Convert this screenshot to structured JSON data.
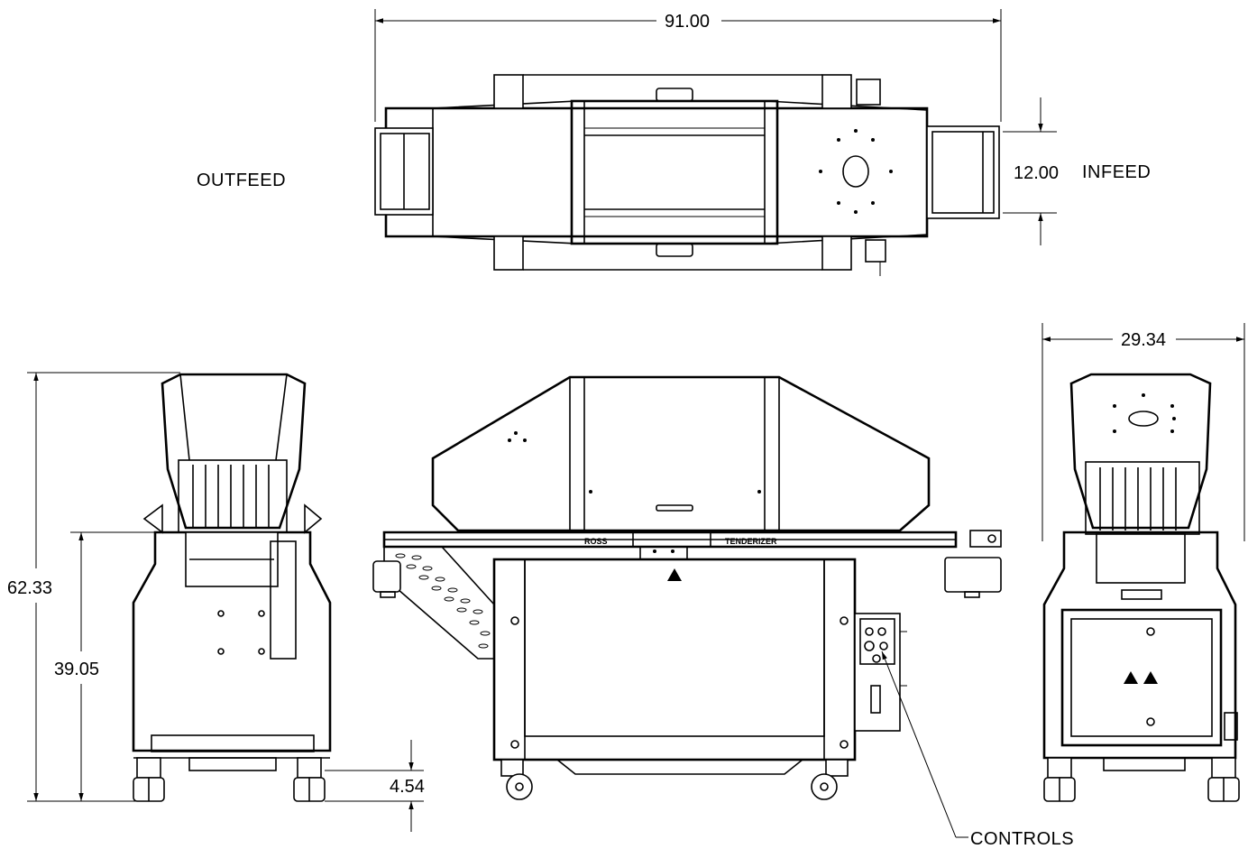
{
  "labels": {
    "outfeed": "OUTFEED",
    "infeed": "INFEED",
    "controls": "CONTROLS",
    "brand_left": "ROSS",
    "brand_right": "TENDERIZER"
  },
  "dimensions": {
    "overall_length": "91.00",
    "belt_width": "12.00",
    "overall_width": "29.34",
    "overall_height": "62.33",
    "infeed_height": "39.05",
    "ground_clearance": "4.54"
  }
}
